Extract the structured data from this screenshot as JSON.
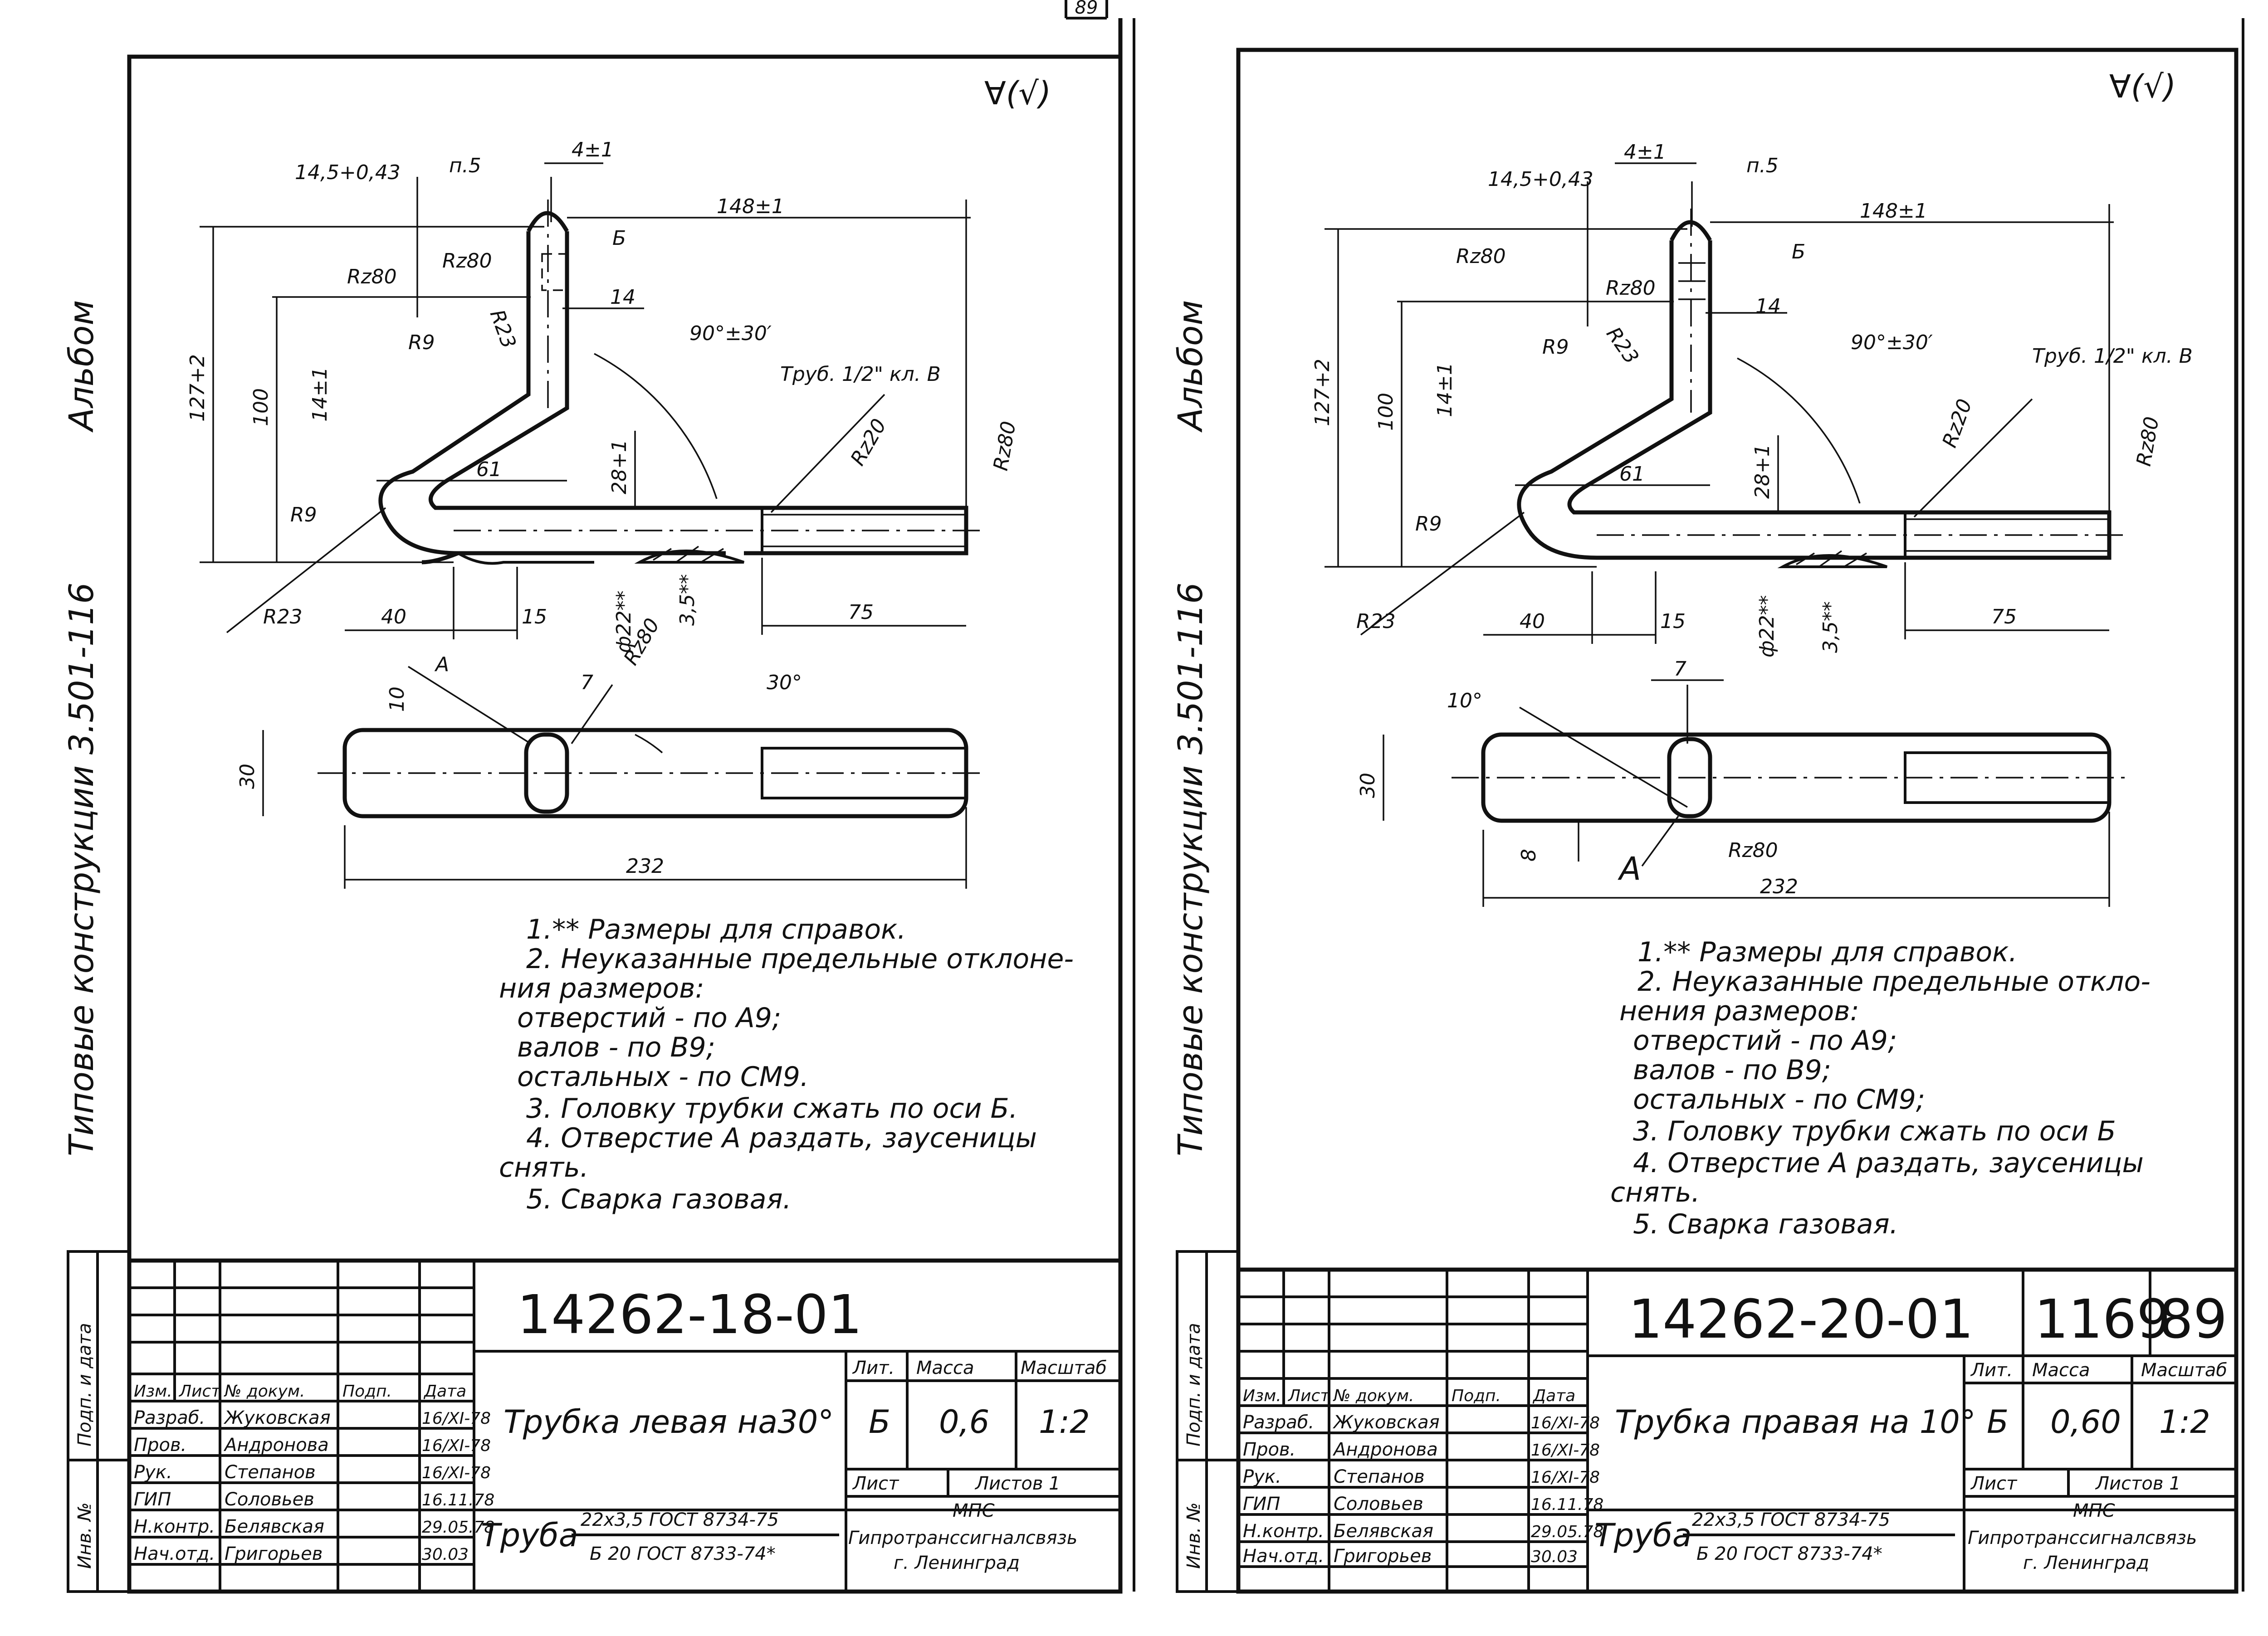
{
  "page_number": "89",
  "roughness_symbol": "∀(√)",
  "side_texts": {
    "album": "Альбом",
    "series": "Типовые конструкции 3.501-116",
    "sign_date": "Подп. и дата",
    "inv_no": "Инв. №"
  },
  "sheets": [
    {
      "id": "left",
      "drawing_number": "14262-18-01",
      "title": "Трубка левая на30°",
      "material_label": "Труба",
      "material_line1": "22х3,5 ГОСТ 8734-75",
      "material_line2": "Б 20 ГОСТ 8733-74*",
      "litera_label": "Лит.",
      "mass_label": "Масса",
      "scale_label": "Масштаб",
      "litera": "Б",
      "mass": "0,6",
      "scale": "1:2",
      "sheet_label": "Лист",
      "sheets_label": "Листов 1",
      "org1": "МПС",
      "org2": "Гипротранссигналсвязь",
      "org3": "г. Ленинград",
      "dims": {
        "d_14_5": "14,5+0,43",
        "d_n5": "п.5",
        "d_4": "4±1",
        "d_148": "148±1",
        "d_B": "Б",
        "d_rz80a": "Rz80",
        "d_rz80b": "Rz80",
        "d_14": "14",
        "d_r9a": "R9",
        "d_r23a": "R23",
        "d_90": "90°±30′",
        "d_pipe": "Труб. 1/2\" кл. В",
        "d_127": "127+2",
        "d_100": "100",
        "d_14b": "14±1",
        "d_61": "61",
        "d_28": "28+1",
        "d_rz20": "Rz20",
        "d_rz80c": "Rz80",
        "d_r9b": "R9",
        "d_r23b": "R23",
        "d_40": "40",
        "d_15": "15",
        "d_22": "ф22**",
        "d_35": "3,5**",
        "d_75": "75",
        "d_A": "А",
        "d_7": "7",
        "d_rz80d": "Rz80",
        "d_30ang": "30°",
        "d_10": "10",
        "d_30": "30",
        "d_232": "232"
      },
      "notes": [
        "1.** Размеры для справок.",
        "2. Неуказанные предельные отклоне-",
        "ния размеров:",
        "отверстий     - по А9;",
        "валов          - по В9;",
        "остальных     - по СМ9.",
        "3. Головку трубки сжать по оси Б.",
        "4. Отверстие А раздать, заусеницы",
        "снять.",
        "5. Сварка газовая."
      ],
      "tb_headers": [
        "Изм.",
        "Лист",
        "№ докум.",
        "Подп.",
        "Дата"
      ],
      "tb_rows": [
        {
          "role": "Разраб.",
          "name": "Жуковская",
          "date": "16/XI-78"
        },
        {
          "role": "Пров.",
          "name": "Андронова",
          "date": "16/XI-78"
        },
        {
          "role": "Рук.",
          "name": "Степанов",
          "date": "16/XI-78"
        },
        {
          "role": "ГИП",
          "name": "Соловьев",
          "date": "16.11.78"
        },
        {
          "role": "Н.контр.",
          "name": "Белявская",
          "date": "29.05.78"
        },
        {
          "role": "Нач.отд.",
          "name": "Григорьев",
          "date": "30.03"
        }
      ]
    },
    {
      "id": "right",
      "drawing_number": "14262-20-01",
      "album_number": "1169",
      "page_number": "89",
      "title": "Трубка правая на 10°",
      "material_label": "Труба",
      "material_line1": "22х3,5 ГОСТ 8734-75",
      "material_line2": "Б 20 ГОСТ 8733-74*",
      "litera_label": "Лит.",
      "mass_label": "Масса",
      "scale_label": "Масштаб",
      "litera": "Б",
      "mass": "0,60",
      "scale": "1:2",
      "sheet_label": "Лист",
      "sheets_label": "Листов 1",
      "org1": "МПС",
      "org2": "Гипротранссигналсвязь",
      "org3": "г. Ленинград",
      "dims": {
        "d_14_5": "14,5+0,43",
        "d_4": "4±1",
        "d_n5": "п.5",
        "d_148": "148±1",
        "d_rz80a": "Rz80",
        "d_rz80b": "Rz80",
        "d_B": "Б",
        "d_14": "14",
        "d_r9a": "R9",
        "d_r23a": "R23",
        "d_90": "90°±30′",
        "d_pipe": "Труб. 1/2\" кл. В",
        "d_127": "127+2",
        "d_100": "100",
        "d_14b": "14±1",
        "d_61": "61",
        "d_28": "28+1",
        "d_rz20": "Rz20",
        "d_rz80c": "Rz80",
        "d_r9b": "R9",
        "d_r23b": "R23",
        "d_40": "40",
        "d_15": "15",
        "d_22": "ф22**",
        "d_35": "3,5**",
        "d_75": "75",
        "d_7": "7",
        "d_10ang": "10°",
        "d_30": "30",
        "d_8": "8",
        "d_rz80d": "Rz80",
        "d_A": "А",
        "d_232": "232"
      },
      "notes": [
        "1.** Размеры для справок.",
        "2. Неуказанные предельные откло-",
        "нения размеров:",
        "отверстий       - по А9;",
        "валов            - по В9;",
        "остальных       - по СМ9;",
        "3. Головку трубки сжать по оси Б",
        "4. Отверстие А раздать, заусеницы",
        "снять.",
        "5. Сварка газовая."
      ],
      "tb_headers": [
        "Изм.",
        "Лист",
        "№ докум.",
        "Подп.",
        "Дата"
      ],
      "tb_rows": [
        {
          "role": "Разраб.",
          "name": "Жуковская",
          "date": "16/XI-78"
        },
        {
          "role": "Пров.",
          "name": "Андронова",
          "date": "16/XI-78"
        },
        {
          "role": "Рук.",
          "name": "Степанов",
          "date": "16/XI-78"
        },
        {
          "role": "ГИП",
          "name": "Соловьев",
          "date": "16.11.78"
        },
        {
          "role": "Н.контр.",
          "name": "Белявская",
          "date": "29.05.78"
        },
        {
          "role": "Нач.отд.",
          "name": "Григорьев",
          "date": "30.03"
        }
      ]
    }
  ]
}
